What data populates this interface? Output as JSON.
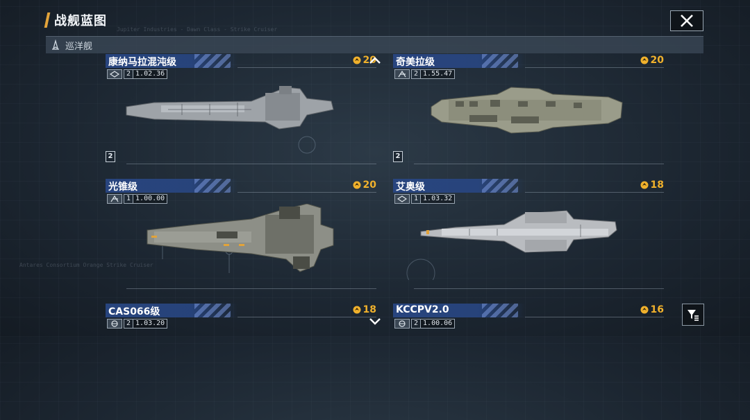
{
  "header": {
    "title": "战舰蓝图"
  },
  "filter": {
    "label": "巡洋舰"
  },
  "colors": {
    "accent": "#e2a33a",
    "cost": "#f0b12c",
    "plate": "#284682"
  },
  "cards": [
    {
      "name": "康纳马拉混沌级",
      "cost": "20",
      "tier": "2",
      "version": "1.02.36",
      "type_icon": "ship-type-a-icon",
      "count": "2"
    },
    {
      "name": "奇美拉级",
      "cost": "20",
      "tier": "2",
      "version": "1.55.47",
      "type_icon": "ship-type-b-icon",
      "count": "2"
    },
    {
      "name": "光锥级",
      "cost": "20",
      "tier": "1",
      "version": "1.00.00",
      "type_icon": "ship-type-b-icon"
    },
    {
      "name": "艾奥级",
      "cost": "18",
      "tier": "1",
      "version": "1.03.32",
      "type_icon": "ship-type-a-icon"
    },
    {
      "name": "CAS066级",
      "cost": "18",
      "tier": "2",
      "version": "1.03.20",
      "type_icon": "ship-type-c-icon"
    },
    {
      "name": "KCCPV2.0",
      "cost": "16",
      "tier": "2",
      "version": "1.00.06",
      "type_icon": "ship-type-c-icon"
    }
  ]
}
